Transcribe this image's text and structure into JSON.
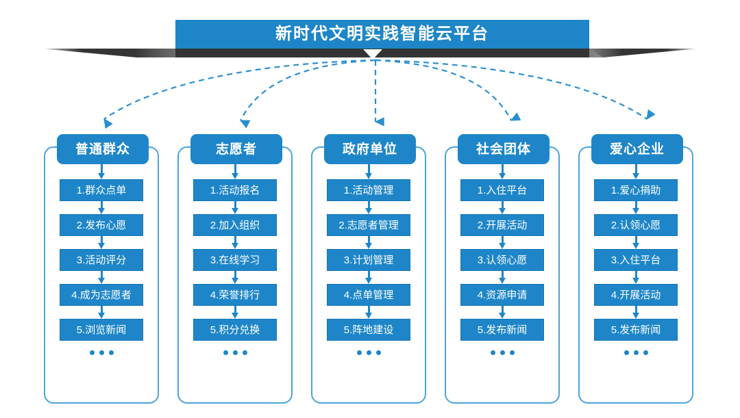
{
  "header": {
    "title": "新时代文明实践智能云平台",
    "banner_color": "#1e86c8",
    "shadow_color": "#3a3a3a",
    "title_color": "#ffffff"
  },
  "theme": {
    "primary": "#1e86c8",
    "frame_border": "#4aa3da",
    "connector": "#2a8fd0",
    "background": "#ffffff"
  },
  "columns": [
    {
      "title": "普通群众",
      "steps": [
        "1.群众点单",
        "2.发布心愿",
        "3.活动评分",
        "4.成为志愿者",
        "5.浏览新闻"
      ],
      "more": "..."
    },
    {
      "title": "志愿者",
      "steps": [
        "1.活动报名",
        "2.加入组织",
        "3.在线学习",
        "4.荣誉排行",
        "5.积分兑换"
      ],
      "more": "..."
    },
    {
      "title": "政府单位",
      "steps": [
        "1.活动管理",
        "2.志愿者管理",
        "3.计划管理",
        "4.点单管理",
        "5.阵地建设"
      ],
      "more": "..."
    },
    {
      "title": "社会团体",
      "steps": [
        "1.入住平台",
        "2.开展活动",
        "3.认领心愿",
        "4.资源申请",
        "5.发布新闻"
      ],
      "more": "..."
    },
    {
      "title": "爱心企业",
      "steps": [
        "1.爱心捐助",
        "2.认领心愿",
        "3.入住平台",
        "4.开展活动",
        "5.发布新闻"
      ],
      "more": "..."
    }
  ]
}
